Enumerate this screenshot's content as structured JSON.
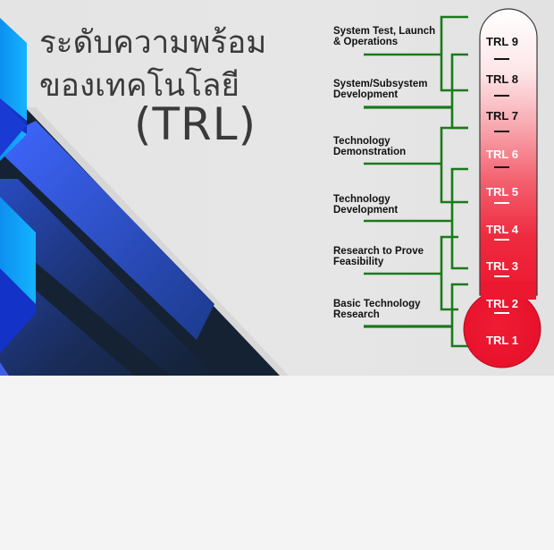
{
  "title": {
    "line1": "ระดับความพร้อม",
    "line2": "ของเทคโนโลยี",
    "line3": "(TRL)"
  },
  "stages": [
    {
      "label_line1": "System Test, Launch",
      "label_line2": "& Operations"
    },
    {
      "label_line1": "System/Subsystem",
      "label_line2": "Development"
    },
    {
      "label_line1": "Technology",
      "label_line2": "Demonstration"
    },
    {
      "label_line1": "Technology",
      "label_line2": "Development"
    },
    {
      "label_line1": "Research to Prove",
      "label_line2": "Feasibility"
    },
    {
      "label_line1": "Basic Technology",
      "label_line2": "Research"
    }
  ],
  "levels": [
    {
      "label": "TRL 9",
      "color": "#111111"
    },
    {
      "label": "TRL 8",
      "color": "#111111"
    },
    {
      "label": "TRL 7",
      "color": "#111111"
    },
    {
      "label": "TRL 6",
      "color": "#ffffff"
    },
    {
      "label": "TRL 5",
      "color": "#ffffff"
    },
    {
      "label": "TRL 4",
      "color": "#ffffff"
    },
    {
      "label": "TRL 3",
      "color": "#ffffff"
    },
    {
      "label": "TRL 2",
      "color": "#ffffff"
    },
    {
      "label": "TRL 1",
      "color": "#ffffff"
    }
  ],
  "colors": {
    "connector_green": "#1a7a1a",
    "thermo_red": "#ee1c34",
    "dark_navy": "#142233",
    "bright_blue": "#2f5bea",
    "cyan": "#11a7f5",
    "title_text": "#3a3a3a"
  }
}
